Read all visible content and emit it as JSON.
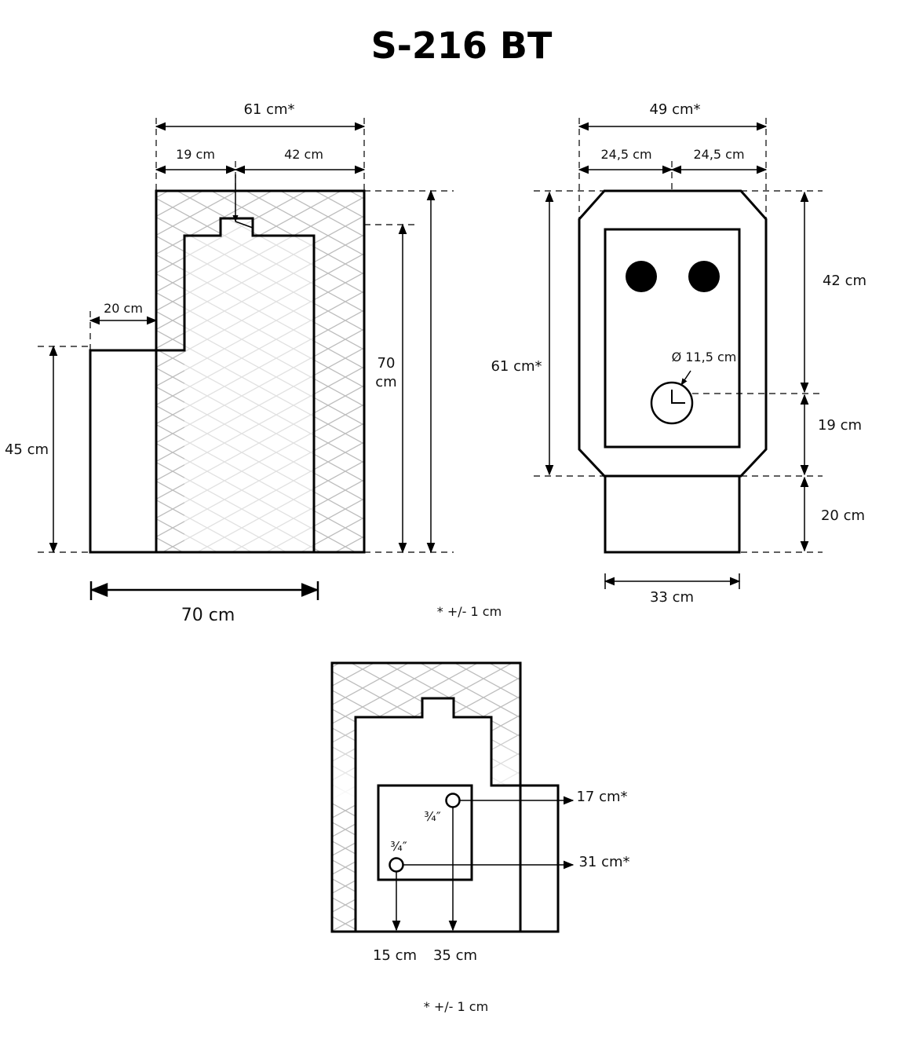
{
  "title": "S-216 BT",
  "side_view": {
    "width_total": "61 cm*",
    "width_left": "19 cm",
    "width_right": "42 cm",
    "step_width": "20 cm",
    "step_height": "45 cm",
    "inner_height_line1": "70",
    "inner_height_line2": "cm",
    "base_width": "70 cm"
  },
  "front_view": {
    "width_total": "49 cm*",
    "half_left": "24,5 cm",
    "half_right": "24,5 cm",
    "height_total": "61 cm*",
    "upper_height": "42 cm",
    "mid_height": "19 cm",
    "base_height": "20 cm",
    "pipe_diameter": "Ø 11,5 cm",
    "base_width": "33 cm"
  },
  "tolerance_note_top": "* +/- 1 cm",
  "connections_view": {
    "upper_conn_size": "¾″",
    "lower_conn_size": "¾″",
    "upper_height": "17 cm*",
    "lower_height": "31 cm*",
    "left_offset": "15 cm",
    "right_offset": "35 cm"
  },
  "tolerance_note_bottom": "* +/- 1 cm"
}
